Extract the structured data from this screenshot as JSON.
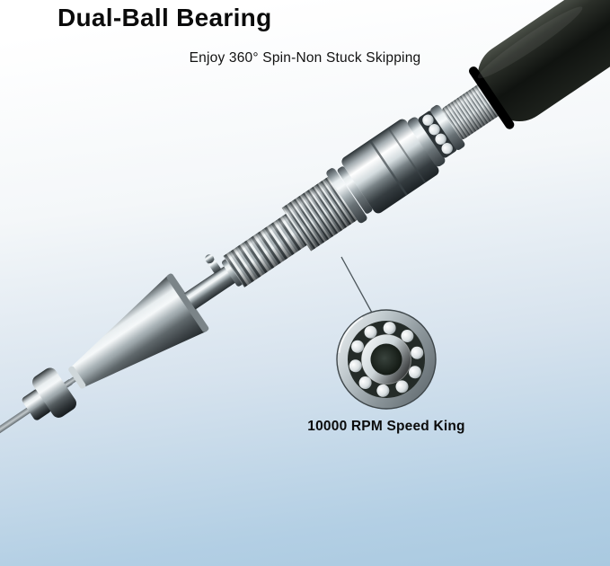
{
  "header": {
    "title": "Dual-Ball Bearing",
    "subtitle": "Enjoy 360° Spin-Non Stuck Skipping"
  },
  "bearing_callout": {
    "caption": "10000 RPM Speed King"
  },
  "illustrations": {
    "mechanism": "jump-rope-dual-ball-bearing-exploded-view",
    "bearing": "ball-bearing-cutaway"
  },
  "colors": {
    "background_top": "#ffffff",
    "background_bottom": "#a9c9e0",
    "text": "#0b0b0b",
    "handle": "#11150f",
    "metal_highlight": "#f6f9fa",
    "metal_shadow": "#323a3e"
  }
}
